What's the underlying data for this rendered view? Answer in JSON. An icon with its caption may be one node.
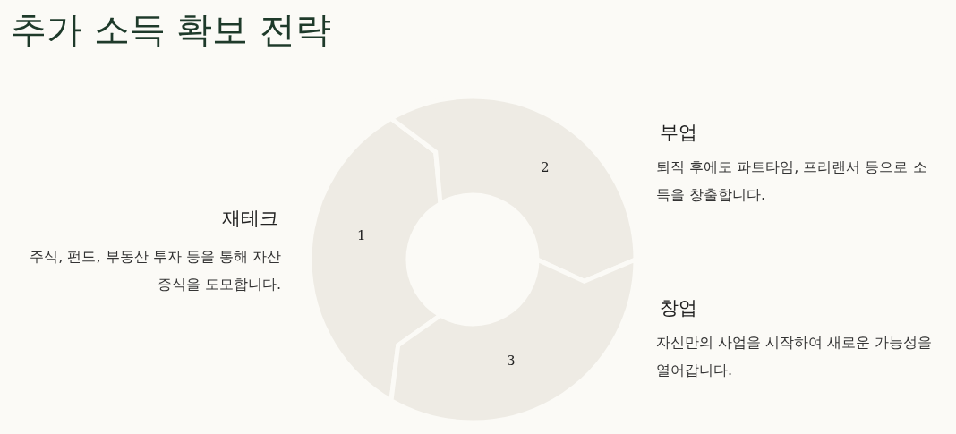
{
  "diagram": {
    "title": "추가 소득 확보 전략",
    "nodes": [
      {
        "text": [
          "1"
        ],
        "beside": [
          "재테크",
          "주식, 펀드, 부동산 투자 등을 통해 자산 증식을 도모합니다."
        ]
      },
      {
        "text": [
          "2"
        ],
        "beside": [
          "부업",
          "퇴직 후에도 파트타임, 프리랜서 등으로 소득을 창출합니다."
        ]
      },
      {
        "text": [
          "3"
        ],
        "beside": [
          "창업",
          "자신만의 사업을 시작하여 새로운 가능성을 열어갑니다."
        ]
      }
    ],
    "edges": []
  }
}
